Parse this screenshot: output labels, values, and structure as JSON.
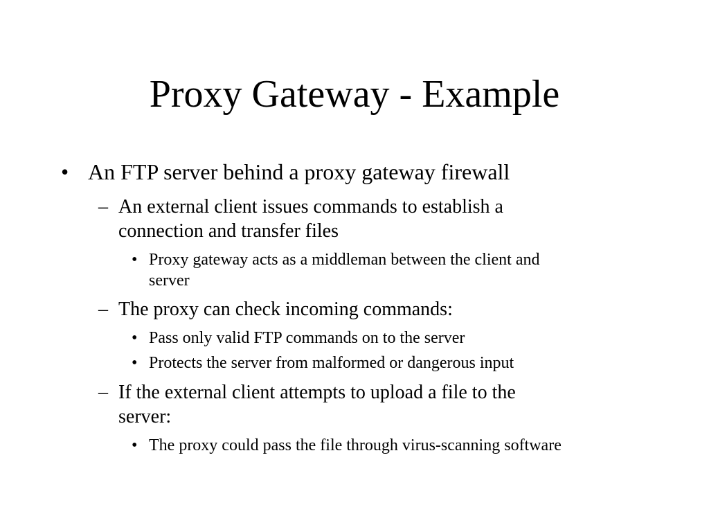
{
  "slide": {
    "title": "Proxy Gateway - Example",
    "bullet_marker": "•",
    "dash_marker": "–",
    "items": [
      {
        "level": 1,
        "lines": [
          "An FTP server behind a proxy gateway firewall"
        ]
      },
      {
        "level": 2,
        "lines": [
          "An external client issues commands to establish a",
          "connection and transfer files"
        ]
      },
      {
        "level": 3,
        "lines": [
          "Proxy gateway acts as a middleman between the client and",
          "server"
        ]
      },
      {
        "level": 2,
        "lines": [
          "The proxy can check incoming commands:"
        ]
      },
      {
        "level": 3,
        "lines": [
          "Pass only valid FTP commands on to the server"
        ]
      },
      {
        "level": 3,
        "lines": [
          "Protects the server from malformed or dangerous input"
        ]
      },
      {
        "level": 2,
        "lines": [
          "If the external client attempts to upload a file to the",
          "server:"
        ]
      },
      {
        "level": 3,
        "lines": [
          "The proxy could pass the file through virus-scanning software"
        ]
      }
    ]
  }
}
